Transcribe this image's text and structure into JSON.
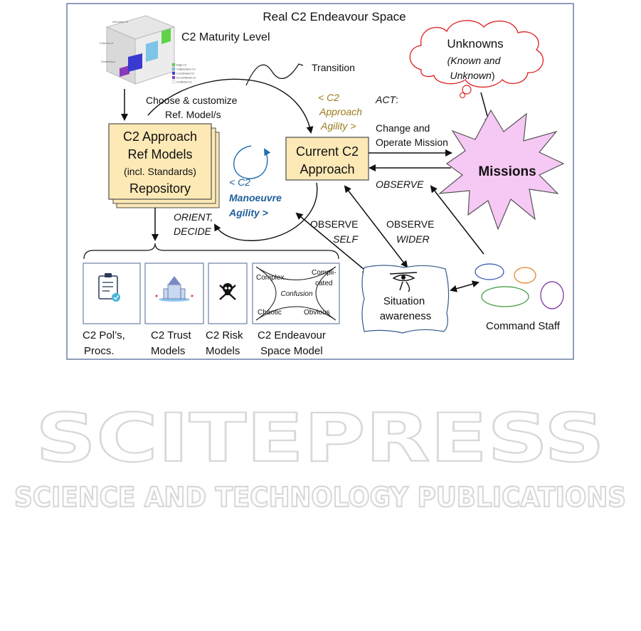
{
  "title": "Real C2 Endeavour Space",
  "colors": {
    "frame": "#6b7fa8",
    "box_fill": "#fde9b6",
    "box_stroke": "#4d4d4d",
    "gold_text": "#9a7a1a",
    "blue_text": "#1f5f9a",
    "missions_fill": "#f6c8f4",
    "cloud_stroke": "#e02020",
    "watermark": "#d8d8d8"
  },
  "maturity": {
    "label": "C2  Maturity Level",
    "legend": [
      "Edge C2",
      "Collaborative C2",
      "Coordinated C2",
      "De-Conflicted C2",
      "Conflicted C2"
    ],
    "legend_colors": [
      "#5fd24a",
      "#7cc4e8",
      "#3a3ad0",
      "#8a3ab8",
      "#ffffff"
    ]
  },
  "labels": {
    "transition": "Transition",
    "choose_line1": "Choose & customize",
    "choose_line2": "Ref. Model/s",
    "approach_agility": [
      "< C2",
      "Approach",
      "Agility >"
    ],
    "act_label": "ACT",
    "act_colon": ":",
    "act_line2": "Change and",
    "act_line3": "Operate Mission",
    "observe_mission": "OBSERVE",
    "manoeuvre_agility": [
      "< C2",
      "Manoeuvre",
      "Agility >"
    ],
    "orient_decide": [
      "ORIENT,",
      "DECIDE"
    ],
    "observe_self": [
      "OBSERVE",
      "SELF"
    ],
    "observe_wider": [
      "OBSERVE",
      "WIDER"
    ]
  },
  "repository": {
    "line1": "C2 Approach",
    "line2": "Ref Models",
    "line3": "(incl. Standards)",
    "line4": "Repository"
  },
  "current": {
    "line1": "Current C2",
    "line2": "Approach"
  },
  "unknowns": {
    "title": "Unknowns",
    "sub1": "(Known and",
    "sub2": "Unknown",
    "sub3": ")"
  },
  "missions": "Missions",
  "situation": {
    "line1": "Situation",
    "line2": "awareness"
  },
  "command_staff": "Command Staff",
  "cynefin": {
    "complex": "Complex",
    "complicated": [
      "Compli-",
      "cated"
    ],
    "confusion": "Confusion",
    "chaotic": "Chaotic",
    "obvious": "Obvious"
  },
  "models": [
    {
      "line1": "C2 Pol’s,",
      "line2": "Procs."
    },
    {
      "line1": "C2 Trust",
      "line2": "Models"
    },
    {
      "line1": "C2 Risk",
      "line2": "Models"
    },
    {
      "line1": "C2 Endeavour",
      "line2": "Space Model"
    }
  ],
  "watermark": {
    "main": "SCITEPRESS",
    "sub": "SCIENCE AND TECHNOLOGY PUBLICATIONS"
  }
}
